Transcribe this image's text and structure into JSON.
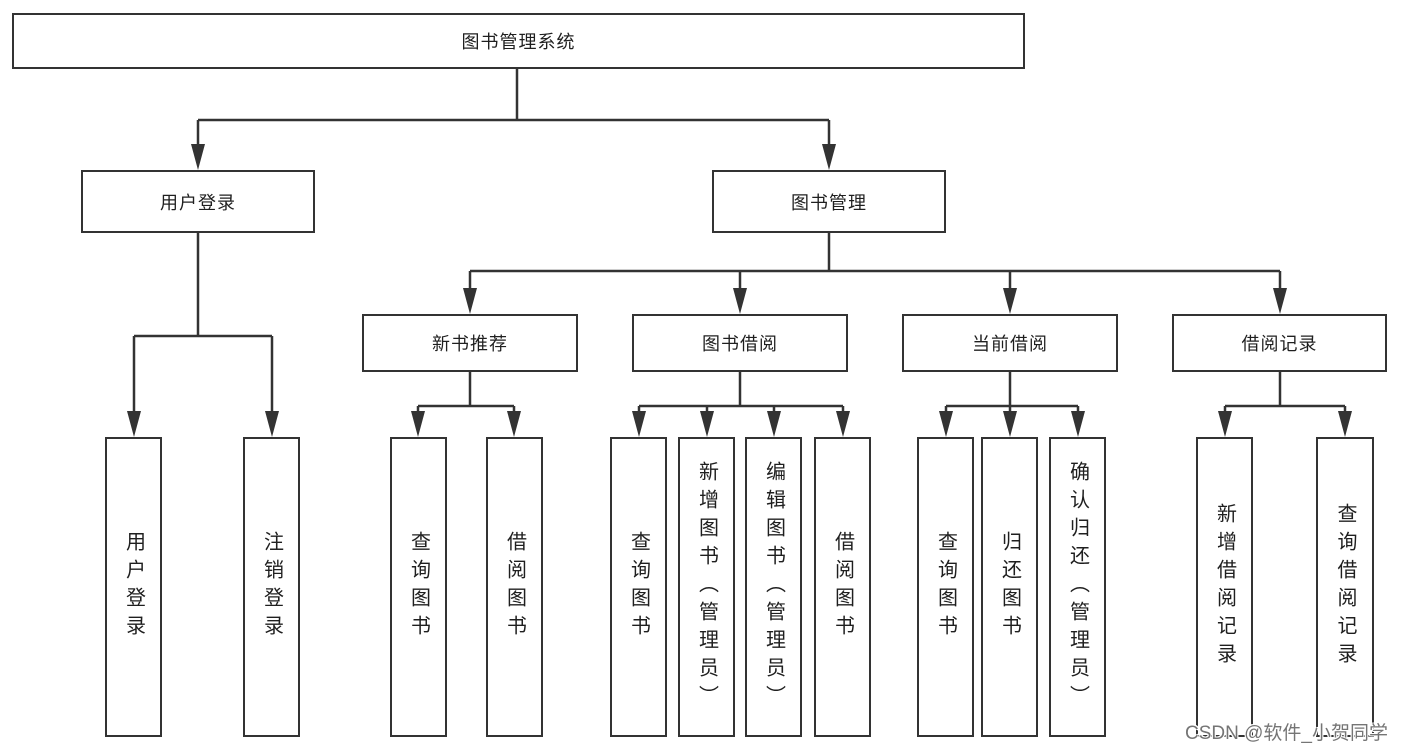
{
  "diagram_title": "图书管理系统",
  "colors": {
    "background": "#ffffff",
    "box_border": "#333333",
    "line": "#333333",
    "text": "#1f1f1f",
    "watermark": "#757575"
  },
  "nodes": {
    "root": "图书管理系统",
    "user_login": "用户登录",
    "book_management": "图书管理",
    "new_book_recommend": "新书推荐",
    "book_borrow": "图书借阅",
    "current_borrow": "当前借阅",
    "borrow_record": "借阅记录",
    "leaf_user_login": "用户登录",
    "leaf_logout": "注销登录",
    "leaf_nbr_query_books": "查询图书",
    "leaf_nbr_borrow_books": "借阅图书",
    "leaf_bb_query_books": "查询图书",
    "leaf_bb_add_books": "新增图书（管理员）",
    "leaf_bb_edit_books": "编辑图书（管理员）",
    "leaf_bb_borrow_books": "借阅图书",
    "leaf_cb_query_books": "查询图书",
    "leaf_cb_return_books": "归还图书",
    "leaf_cb_confirm_return": "确认归还（管理员）",
    "leaf_br_add_record": "新增借阅记录",
    "leaf_br_query_record": "查询借阅记录"
  },
  "watermark": {
    "text": "CSDN @软件_小贺同学"
  }
}
